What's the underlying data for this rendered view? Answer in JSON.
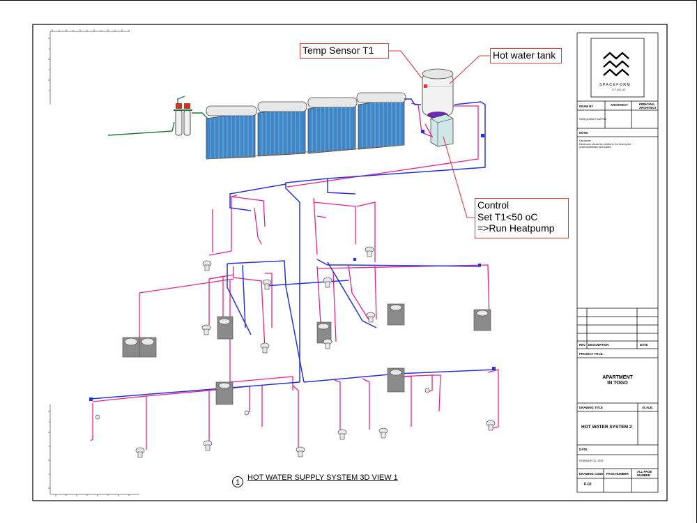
{
  "callouts": {
    "temp_sensor": "Temp Sensor T1",
    "hot_water_tank": "Hot water tank",
    "control_line1": "Control",
    "control_line2": "Set T1<50 oC",
    "control_line3": "=>Run Heatpump"
  },
  "title_block": {
    "studio": "SPACEFORM",
    "studio_sub": "STUDIO",
    "drawn_by": "DRAW BY",
    "architect": "ARCHITECT",
    "principal_architect_1": "PRINCIPAL",
    "principal_architect_2": "ARCHITECT",
    "drawn_by_value": "NGO QUANG HUUYEN",
    "note_label": "NOTE:",
    "disclaimer": "Disclaimer :",
    "disclaimer_text1": "Dimension should be verified in the field by the",
    "disclaimer_text2": "constructionteam and trades",
    "rev": "REV",
    "description": "DESCRIPTION",
    "date_col": "DATE",
    "project_title_label": "PROJECT TITLE:",
    "project_title_1": "APARTMENT",
    "project_title_2": "IN TOGO",
    "drawing_title_label": "DRAWING TITLE",
    "scale_label": "SCALE:",
    "drawing_title": "HOT WATER SYSTEM 2",
    "date_label": "DATE:",
    "date_value": "FEBRUARY 22, 2023",
    "drawing_code_label": "DRAWING CODE",
    "page_number_label": "PAGE NUMBER",
    "all_page_1": "ALL PAGE",
    "all_page_2": "NUMBER",
    "drawing_code": "P-03"
  },
  "view": {
    "number": "1",
    "title": "HOT WATER SUPPLY SYSTEM 3D VIEW 1"
  },
  "colors": {
    "hot_line": "#e8208e",
    "cold_line": "#2533d6",
    "callout_border": "#e23a3a",
    "solar_panel": "#3f86c8",
    "feed_line": "#1e7a3a"
  }
}
